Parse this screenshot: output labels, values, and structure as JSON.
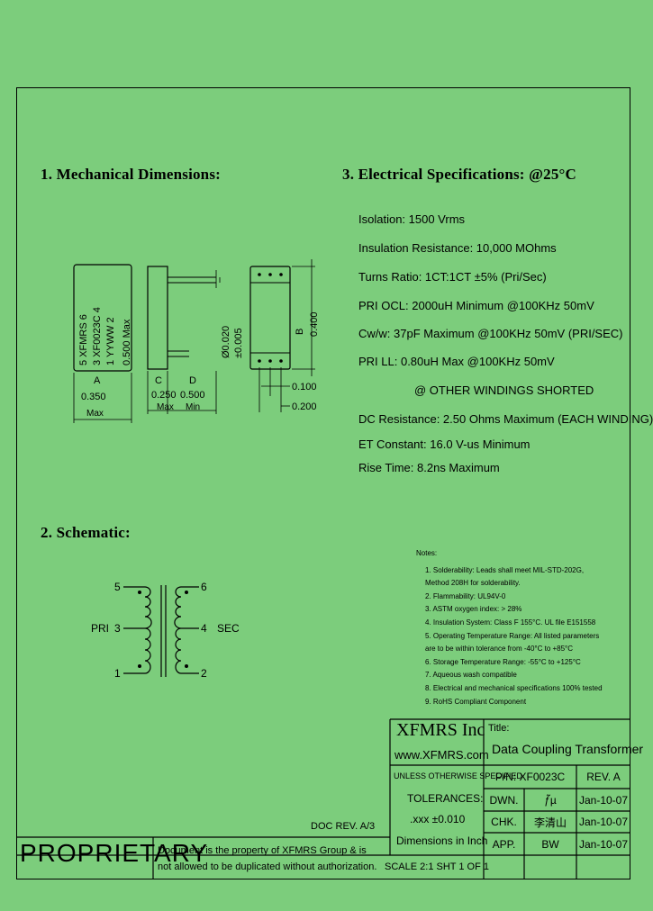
{
  "sections": {
    "mechanical": "1. Mechanical Dimensions:",
    "electrical": "3. Electrical Specifications: @25°C",
    "schematic": "2. Schematic:"
  },
  "mech": {
    "marking": [
      "5 XFMRS 6",
      "3 XF0023C 4",
      "1 YYWW 2",
      "0.500 Max"
    ],
    "dim_a_label": "A",
    "dim_a_value": "0.350",
    "dim_a_note": "Max",
    "dim_c_label": "C",
    "dim_c_value": "0.250",
    "dim_c_note": "Max",
    "dim_d_label": "D",
    "dim_d_value": "0.500",
    "dim_d_note": "Min",
    "lead_dia": "Ø0.020",
    "lead_tol": "±0.005",
    "dim_b_label": "B",
    "dim_b_value": "0.400",
    "pitch1": "0.100",
    "pitch2": "0.200"
  },
  "electrical": [
    "Isolation: 1500 Vrms",
    "Insulation Resistance: 10,000 MOhms",
    "Turns Ratio: 1CT:1CT ±5% (Pri/Sec)",
    "PRI OCL: 2000uH Minimum @100KHz 50mV",
    "Cw/w: 37pF Maximum @100KHz 50mV (PRI/SEC)",
    "PRI LL: 0.80uH Max @100KHz 50mV",
    "@ OTHER WINDINGS SHORTED",
    "DC Resistance: 2.50 Ohms Maximum (EACH WINDING)",
    "ET Constant: 16.0 V-us Minimum",
    "Rise Time: 8.2ns Maximum"
  ],
  "schematic": {
    "pri_label": "PRI",
    "sec_label": "SEC",
    "pins_left": [
      "5",
      "3",
      "1"
    ],
    "pins_right": [
      "6",
      "4",
      "2"
    ]
  },
  "notes": {
    "title": "Notes:",
    "items": [
      "1. Solderability: Leads shall meet MIL-STD-202G,",
      "    Method 208H for solderability.",
      "2. Flammability: UL94V-0",
      "3. ASTM oxygen index: > 28%",
      "4. Insulation System: Class F 155°C. UL file E151558",
      "5. Operating Temperature Range: All listed parameters",
      "    are to be within tolerance from -40°C to +85°C",
      "6. Storage Temperature Range: -55°C to +125°C",
      "7. Aqueous wash compatible",
      "8. Electrical and mechanical specifications 100% tested",
      "9. RoHS Compliant Component"
    ]
  },
  "title_block": {
    "company": "XFMRS Inc",
    "website": "www.XFMRS.com",
    "title_label": "Title:",
    "title_value": "Data Coupling Transformer",
    "unless": "UNLESS OTHERWISE SPECIFIED",
    "tolerances": "TOLERANCES:",
    "tol_value": ".xxx ±0.010",
    "dims_in": "Dimensions in Inch",
    "pn": "P/N: XF0023C",
    "rev": "REV. A",
    "dwn_label": "DWN.",
    "dwn_sign": "ƒ̃µ",
    "dwn_date": "Jan-10-07",
    "chk_label": "CHK.",
    "chk_sign": "李清山",
    "chk_date": "Jan-10-07",
    "app_label": "APP.",
    "app_sign": "BW",
    "app_date": "Jan-10-07",
    "scale": "SCALE 2:1  SHT 1 OF 1",
    "doc_rev": "DOC REV. A/3",
    "proprietary": "PROPRIETARY",
    "prop_text_1": "Document is the property of XFMRS Group & is",
    "prop_text_2": "not allowed to be duplicated without authorization."
  }
}
